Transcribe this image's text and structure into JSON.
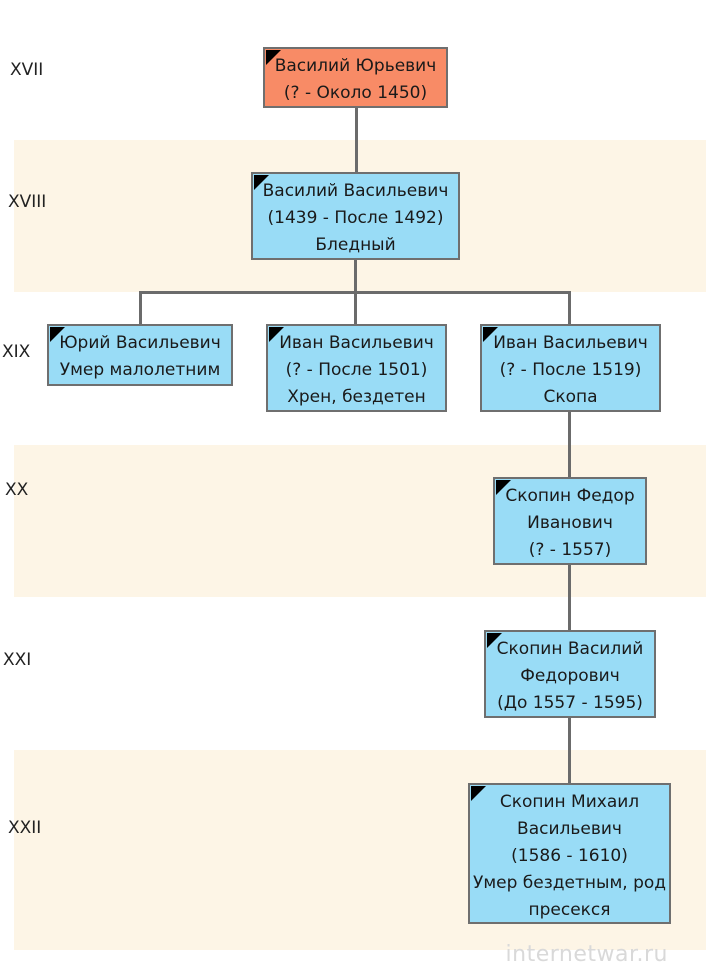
{
  "generations": [
    "XVII",
    "XVIII",
    "XIX",
    "XX",
    "XXI",
    "XXII"
  ],
  "nodes": {
    "root": [
      "Василий Юрьевич",
      "(? - Около 1450)"
    ],
    "n2": [
      "Василий Васильевич",
      "(1439 - После 1492)",
      "Бледный"
    ],
    "n3a": [
      "Юрий Васильевич",
      "Умер малолетним"
    ],
    "n3b": [
      "Иван Васильевич",
      "(? - После 1501)",
      "Хрен, бездетен"
    ],
    "n3c": [
      "Иван Васильевич",
      "(? - После 1519)",
      "Скопа"
    ],
    "n4": [
      "Скопин Федор",
      "Иванович",
      "(? - 1557)"
    ],
    "n5": [
      "Скопин Василий",
      "Федорович",
      "(До 1557 - 1595)"
    ],
    "n6": [
      "Скопин Михаил",
      "Васильевич",
      "(1586 - 1610)",
      "Умер бездетным, род",
      "пресекся"
    ]
  },
  "colors": {
    "root": "#f88b66",
    "node": "#99dcf6",
    "band": "#fdf5e6",
    "line": "#6b6b6b"
  },
  "watermark": "internetwar.ru"
}
